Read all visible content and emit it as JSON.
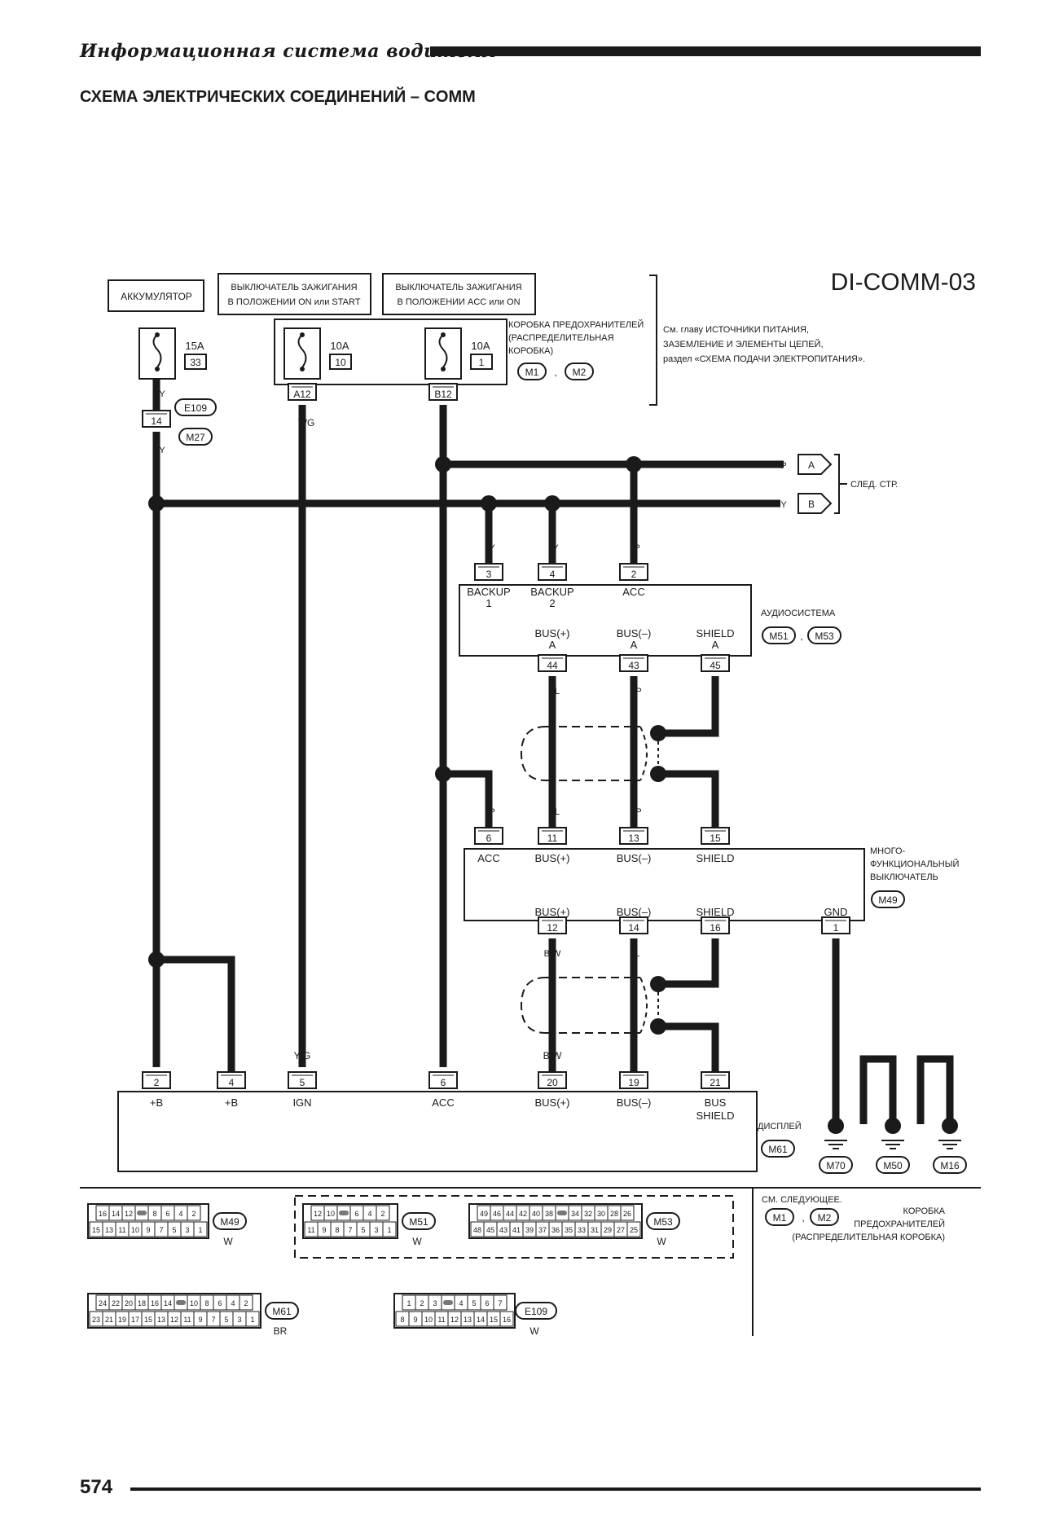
{
  "header": {
    "section_title": "Информационная система водителя",
    "subtitle": "СХЕМА ЭЛЕКТРИЧЕСКИХ СОЕДИНЕНИЙ – COMM"
  },
  "diagram_id": "DI-COMM-03",
  "page_number": "574",
  "power": {
    "battery": "АККУМУЛЯТОР",
    "ign_on_start": [
      "ВЫКЛЮЧАТЕЛЬ ЗАЖИГАНИЯ",
      "В ПОЛОЖЕНИИ ON или START"
    ],
    "ign_acc_on": [
      "ВЫКЛЮЧАТЕЛЬ ЗАЖИГАНИЯ",
      "В ПОЛОЖЕНИИ ACC или ON"
    ]
  },
  "fuses": [
    {
      "rating": "15A",
      "num": "33"
    },
    {
      "rating": "10A",
      "num": "10"
    },
    {
      "rating": "10A",
      "num": "1"
    }
  ],
  "fuse_pins": [
    "A12",
    "B12"
  ],
  "fuse_box": {
    "label": [
      "КОРОБКА ПРЕДОХРАНИТЕЛЕЙ",
      "(РАСПРЕДЕЛИТЕЛЬНАЯ",
      "КОРОБКА)"
    ],
    "conn": [
      "M1",
      "M2"
    ]
  },
  "see_note": [
    "См. главу ИСТОЧНИКИ ПИТАНИЯ,",
    "ЗАЗЕМЛЕНИЕ И ЭЛЕМЕНТЫ ЦЕПЕЙ,",
    "раздел «СХЕМА ПОДАЧИ ЭЛЕКТРОПИТАНИЯ»."
  ],
  "joint": {
    "pin": "14",
    "conn": [
      "E109",
      "M27"
    ]
  },
  "wire_colors": {
    "y": "Y",
    "yg": "Y/G",
    "p": "P",
    "l": "L",
    "bw": "B/W",
    "b": "B"
  },
  "next_page": {
    "a": "A",
    "b": "B",
    "label": "СЛЕД. СТР."
  },
  "audio": {
    "name": "АУДИОСИСТЕМА",
    "conn": [
      "M51",
      "M53"
    ],
    "top_pins": [
      {
        "pin": "3",
        "lbl": [
          "BACKUP",
          "1"
        ]
      },
      {
        "pin": "4",
        "lbl": [
          "BACKUP",
          "2"
        ]
      },
      {
        "pin": "2",
        "lbl": [
          "ACC"
        ]
      }
    ],
    "bottom_pins": [
      {
        "pin": "44",
        "lbl": [
          "BUS(+)",
          "A"
        ]
      },
      {
        "pin": "43",
        "lbl": [
          "BUS(–)",
          "A"
        ]
      },
      {
        "pin": "45",
        "lbl": [
          "SHIELD",
          "A"
        ]
      }
    ]
  },
  "mfs": {
    "name": [
      "МНОГО-",
      "ФУНКЦИОНАЛЬНЫЙ",
      "ВЫКЛЮЧАТЕЛЬ"
    ],
    "conn": "M49",
    "top_pins": [
      {
        "pin": "6",
        "lbl": "ACC"
      },
      {
        "pin": "11",
        "lbl": "BUS(+)"
      },
      {
        "pin": "13",
        "lbl": "BUS(–)"
      },
      {
        "pin": "15",
        "lbl": "SHIELD"
      }
    ],
    "bottom_pins": [
      {
        "pin": "12",
        "lbl": "BUS(+)"
      },
      {
        "pin": "14",
        "lbl": "BUS(–)"
      },
      {
        "pin": "16",
        "lbl": "SHIELD"
      },
      {
        "pin": "1",
        "lbl": "GND"
      }
    ]
  },
  "display": {
    "name": "ДИСПЛЕЙ",
    "conn": "M61",
    "pins": [
      {
        "pin": "2",
        "lbl": [
          "+B"
        ]
      },
      {
        "pin": "4",
        "lbl": [
          "+B"
        ]
      },
      {
        "pin": "5",
        "lbl": [
          "IGN"
        ]
      },
      {
        "pin": "6",
        "lbl": [
          "ACC"
        ]
      },
      {
        "pin": "20",
        "lbl": [
          "BUS(+)"
        ]
      },
      {
        "pin": "19",
        "lbl": [
          "BUS(–)"
        ]
      },
      {
        "pin": "21",
        "lbl": [
          "BUS",
          "SHIELD"
        ]
      }
    ]
  },
  "grounds": [
    "M70",
    "M50",
    "M16"
  ],
  "connector_views": {
    "m49": {
      "top": [
        "16",
        "14",
        "12",
        "",
        "8",
        "6",
        "4",
        "2"
      ],
      "bottom": [
        "15",
        "13",
        "11",
        "10",
        "9",
        "7",
        "5",
        "3",
        "1"
      ],
      "id": "M49",
      "color": "W"
    },
    "m51": {
      "top": [
        "12",
        "10",
        "",
        "6",
        "4",
        "2"
      ],
      "bottom": [
        "11",
        "9",
        "8",
        "7",
        "5",
        "3",
        "1"
      ],
      "id": "M51",
      "color": "W"
    },
    "m53": {
      "top": [
        "49",
        "46",
        "44",
        "42",
        "40",
        "38",
        "",
        "34",
        "32",
        "30",
        "28",
        "26"
      ],
      "bottom": [
        "48",
        "45",
        "43",
        "41",
        "39",
        "37",
        "36",
        "35",
        "33",
        "31",
        "29",
        "27",
        "25"
      ],
      "id": "M53",
      "color": "W"
    },
    "m61": {
      "top": [
        "24",
        "22",
        "20",
        "18",
        "16",
        "14",
        "",
        "10",
        "8",
        "6",
        "4",
        "2"
      ],
      "bottom": [
        "23",
        "21",
        "19",
        "17",
        "15",
        "13",
        "12",
        "11",
        "9",
        "7",
        "5",
        "3",
        "1"
      ],
      "id": "M61",
      "color": "BR"
    },
    "e109": {
      "top": [
        "1",
        "2",
        "3",
        "",
        "4",
        "5",
        "6",
        "7"
      ],
      "bottom": [
        "8",
        "9",
        "10",
        "11",
        "12",
        "13",
        "14",
        "15",
        "16"
      ],
      "id": "E109",
      "color": "W"
    }
  },
  "ref_note": {
    "prefix": "СМ. СЛЕДУЮЩЕЕ.",
    "conn": [
      "M1",
      "M2"
    ],
    "label": [
      "КОРОБКА",
      "ПРЕДОХРАНИТЕЛЕЙ",
      "(РАСПРЕДЕЛИТЕЛЬНАЯ КОРОБКА)"
    ]
  }
}
